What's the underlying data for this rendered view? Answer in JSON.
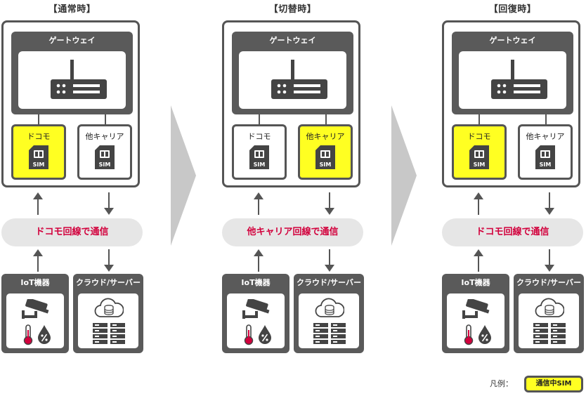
{
  "panels": [
    {
      "title": "【通常時】",
      "gateway_label": "ゲートウェイ",
      "sims": [
        {
          "label": "ドコモ",
          "active": true
        },
        {
          "label": "他キャリア",
          "active": false
        }
      ],
      "communication": "ドコモ回線で通信",
      "iot_label": "IoT機器",
      "cloud_label": "クラウド/サーバー"
    },
    {
      "title": "【切替時】",
      "gateway_label": "ゲートウェイ",
      "sims": [
        {
          "label": "ドコモ",
          "active": false
        },
        {
          "label": "他キャリア",
          "active": true
        }
      ],
      "communication": "他キャリア回線で通信",
      "iot_label": "IoT機器",
      "cloud_label": "クラウド/サーバー"
    },
    {
      "title": "【回復時】",
      "gateway_label": "ゲートウェイ",
      "sims": [
        {
          "label": "ドコモ",
          "active": true
        },
        {
          "label": "他キャリア",
          "active": false
        }
      ],
      "communication": "ドコモ回線で通信",
      "iot_label": "IoT機器",
      "cloud_label": "クラウド/サーバー"
    }
  ],
  "sim_chip_text": "SIM",
  "legend": {
    "label": "凡例：",
    "chip": "通信中SIM"
  },
  "colors": {
    "active_sim": "#ffff22",
    "dark": "#5a5a5a",
    "communication_text": "#d2003c",
    "communication_bg": "#e6e6e6",
    "chevron": "#c8c8c8"
  },
  "icons": [
    "router-icon",
    "sim-card-icon",
    "security-camera-icon",
    "thermometer-icon",
    "humidity-drop-icon",
    "cloud-database-icon",
    "server-rack-icon",
    "arrow-up-icon",
    "arrow-down-icon",
    "chevron-right-icon"
  ]
}
